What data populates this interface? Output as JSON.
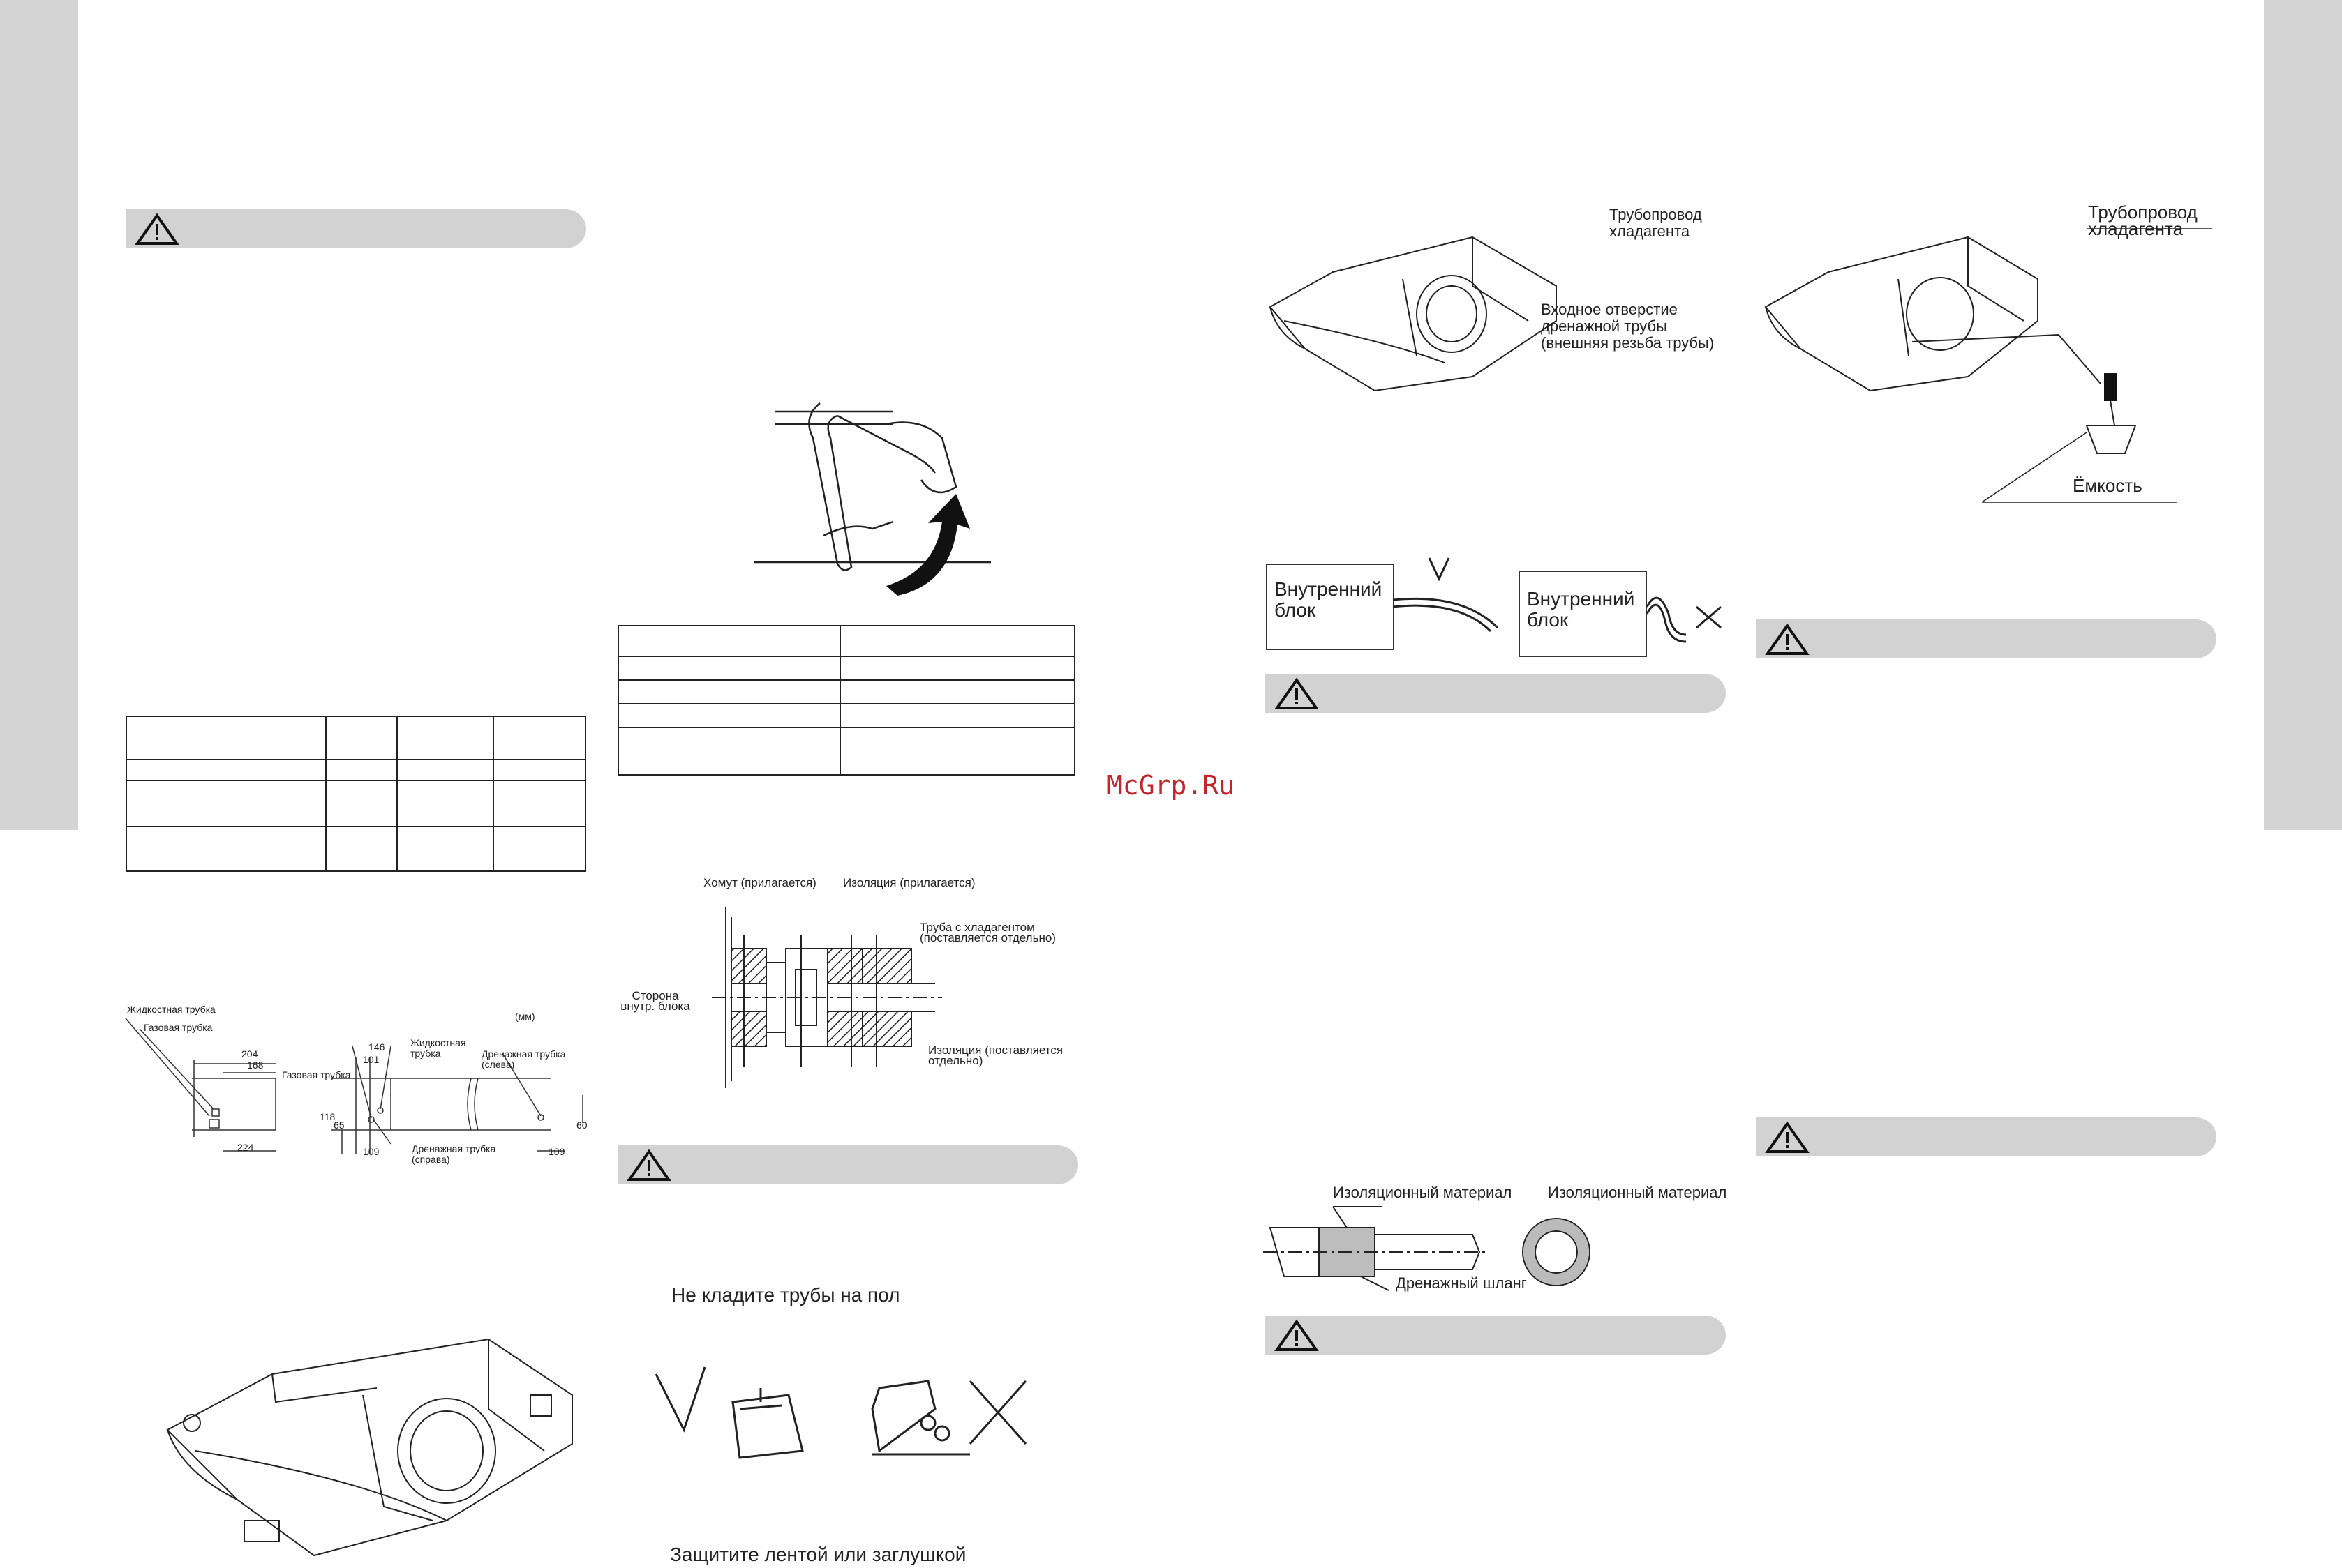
{
  "watermark": "McGrp.Ru",
  "labels": {
    "liquid_pipe": "Жидкостная трубка",
    "gas_pipe": "Газовая трубка",
    "unit_mm": "(мм)",
    "gas_pipe_2": "Газовая трубка",
    "liquid_pipe_2": "Жидкостная трубка",
    "drain_left": "Дренажная трубка (слева)",
    "drain_right": "Дренажная трубка (справа)",
    "clamp": "Хомут (прилагается)",
    "insulation_included": "Изоляция (прилагается)",
    "refrigerant_pipe_sep": "Труба с хладагентом (поставляется отдельно)",
    "indoor_side": "Сторона внутр. блока",
    "insulation_sep": "Изоляция (поставляется отдельно)",
    "no_floor": "Не кладите трубы на пол",
    "protect_tape": "Защитите лентой или заглушкой",
    "refrigerant_line_1": "Трубопровод хладагента",
    "drain_inlet": "Входное отверстие дренажной трубы (внешняя резьба трубы)",
    "indoor_unit_ok": "Внутренний блок",
    "indoor_unit_bad": "Внутренний блок",
    "insul_material_1": "Изоляционный материал",
    "insul_material_2": "Изоляционный материал",
    "drain_hose": "Дренажный шланг",
    "refrigerant_line_2": "Трубопровод хладагента",
    "container": "Ёмкость"
  },
  "dimensions": {
    "d204": "204",
    "d168": "168",
    "d224": "224",
    "d146": "146",
    "d101": "101",
    "d109a": "109",
    "d109b": "109",
    "d118": "118",
    "d65": "65",
    "d60": "60"
  },
  "colors": {
    "panel_gray": "#d4d4d4",
    "warning_bar": "#d2d2d2",
    "watermark_red": "#c0262d"
  }
}
